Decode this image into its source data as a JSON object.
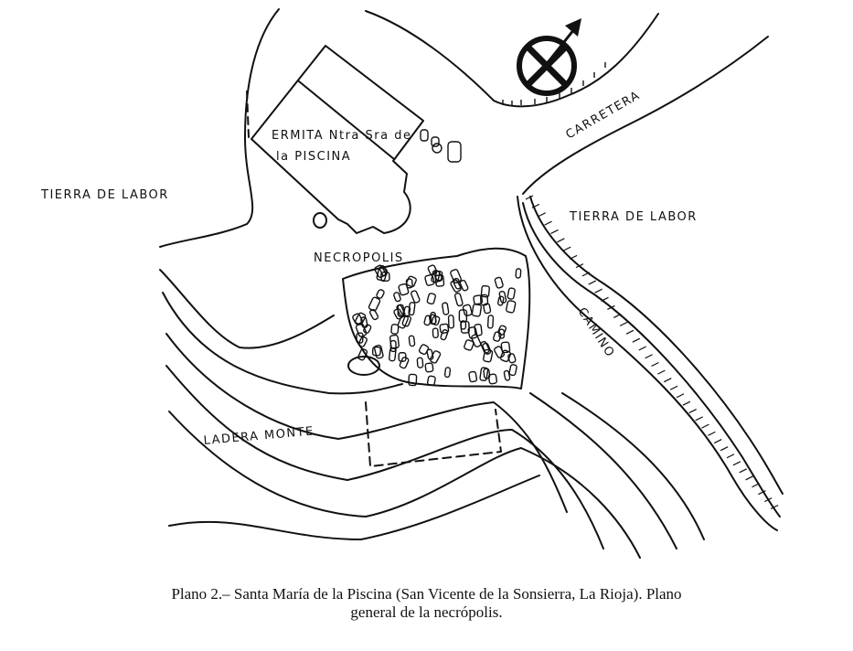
{
  "map": {
    "labels": {
      "ermita_line1": "ERMITA Ntra Sra de",
      "ermita_line2": "la PISCINA",
      "tierra_left": "TIERRA DE LABOR",
      "tierra_right": "TIERRA DE LABOR",
      "carretera": "CARRETERA",
      "necropolis": "NECROPOLIS",
      "camino": "CAMINO",
      "ladera": "LADERA MONTE"
    },
    "north_arrow": "north-arrow-icon",
    "ink_color": "#111111"
  },
  "caption": {
    "line1": "Plano 2.– Santa María de la Piscina (San Vicente de la Sonsierra, La Rioja). Plano",
    "line2": "general de la necrópolis."
  }
}
